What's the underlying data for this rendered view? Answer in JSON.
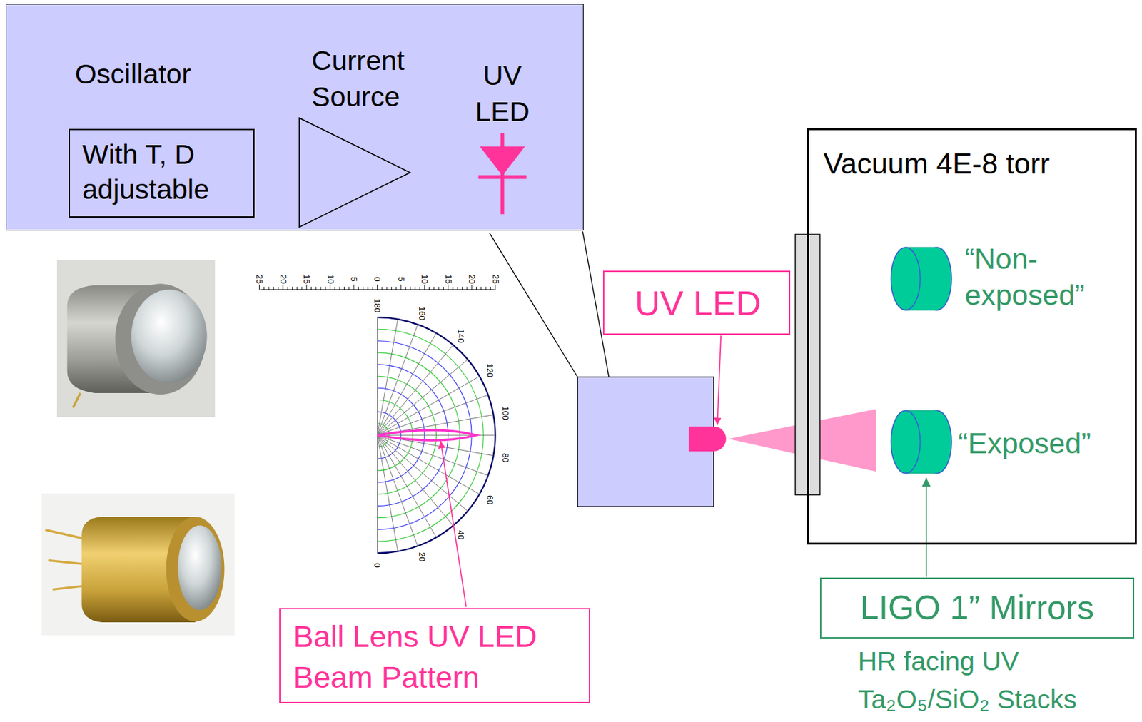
{
  "diagram": {
    "nodes": [
      {
        "text": []
      },
      {
        "text": [
          "Oscillator",
          "With T, D adjustable"
        ],
        "in": 0
      },
      {
        "text": [
          "Current Source"
        ],
        "in": 0
      },
      {
        "text": [
          "UV LED"
        ],
        "in": 0
      },
      {
        "text": [
          "Vacuum 4E-8 torr"
        ]
      },
      {
        "text": [
          "“Non- exposed”"
        ],
        "in": 4
      },
      {
        "text": [
          "“Exposed”"
        ],
        "in": 4
      },
      {
        "text": [
          "UV LED"
        ]
      },
      {
        "text": [
          "LIGO 1” Mirrors",
          "HR facing UV Ta₂O₅/SiO₂ Stacks"
        ]
      },
      {
        "text": [
          "Ball Lens UV LED Beam Pattern"
        ]
      }
    ],
    "edges": [
      {
        "from": 1,
        "to": 2,
        "arrow": "to"
      },
      {
        "from": 2,
        "to": 3,
        "arrow": "to"
      },
      {
        "from": 8,
        "to": 6,
        "arrow": "to"
      }
    ],
    "labels": [
      "25",
      "20",
      "15",
      "10",
      "5",
      "0",
      "5",
      "10",
      "15",
      "20",
      "25",
      "180",
      "160",
      "140",
      "120",
      "100",
      "80",
      "60",
      "40",
      "20",
      "0"
    ]
  }
}
